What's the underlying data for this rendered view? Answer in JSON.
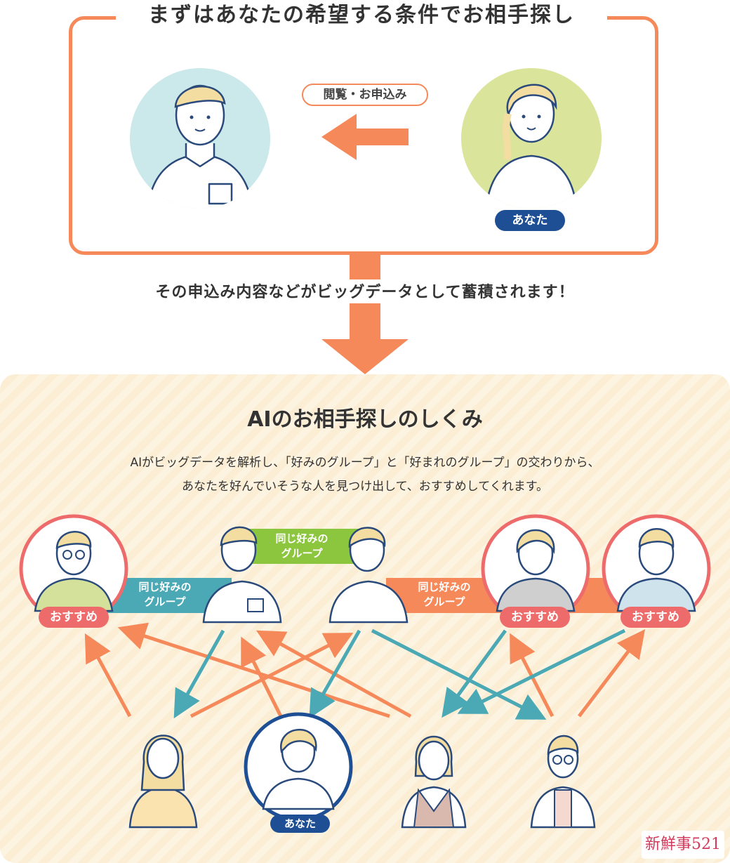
{
  "top": {
    "title": "まずはあなたの希望する条件でお相手探し",
    "action_label": "閲覧・お申込み",
    "you_label": "あなた"
  },
  "middle": {
    "text": "その申込み内容などがビッグデータとして蓄積されます！"
  },
  "bottom": {
    "title": "AIのお相手探しのしくみ",
    "description_line1": "AIがビッグデータを解析し、「好みのグループ」と「好まれのグループ」の交わりから、",
    "description_line2": "あなたを好んでいそうな人を見つけ出して、おすすめしてくれます。",
    "recommend_label": "おすすめ",
    "group_line1": "同じ好みの",
    "group_line2": "グループ",
    "you_label": "あなた"
  },
  "colors": {
    "orange": "#f5895a",
    "teal": "#4aa9b4",
    "green": "#8cc63e",
    "red": "#ee6b6b",
    "navy": "#1e4f94"
  },
  "watermark": "新鮮事521"
}
